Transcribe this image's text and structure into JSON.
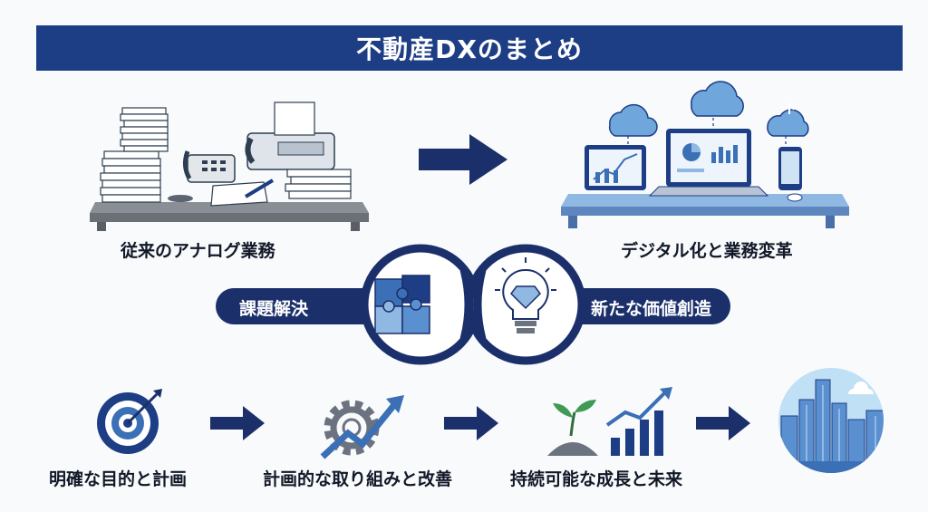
{
  "title": "不動産DXのまとめ",
  "top": {
    "before_label": "従来のアナログ業務",
    "after_label": "デジタル化と業務変革"
  },
  "middle": {
    "left_pill": "課題解決",
    "right_pill": "新たな価値創造",
    "left_icon": "puzzle-icon",
    "right_icon": "lightbulb-diamond-icon"
  },
  "bottom": {
    "steps": [
      {
        "label": "明確な目的と計画",
        "icon": "target-icon"
      },
      {
        "label": "計画的な取り組みと改善",
        "icon": "gear-growth-icon"
      },
      {
        "label": "持続可能な成長と未来",
        "icon": "sprout-growth-icon"
      },
      {
        "label": "",
        "icon": "city-skyline-icon"
      }
    ]
  },
  "colors": {
    "navy": "#1d3d85",
    "dark_navy": "#1b2f6b",
    "mid_blue": "#3b6fb6",
    "light_blue": "#8fb8e3",
    "sky": "#cfe3f5"
  }
}
